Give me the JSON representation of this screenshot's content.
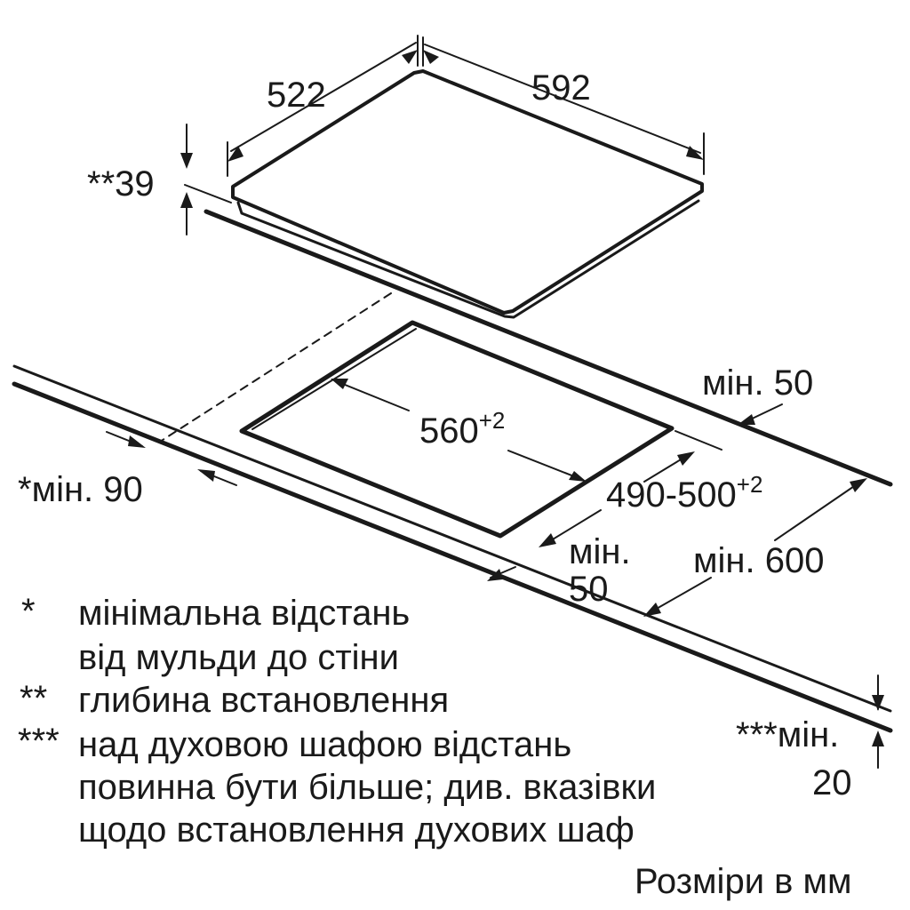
{
  "dimensions": {
    "hob_depth": "522",
    "hob_width": "592",
    "install_depth": "**39",
    "cutout_width": "560",
    "cutout_width_tol": "+2",
    "cutout_depth": "490-500",
    "cutout_depth_tol": "+2",
    "min_front_wall": "*мін. 90",
    "min_back": "мін. 50",
    "min_side_line1": "мін.",
    "min_side_line2": "50",
    "min_worktop_depth": "мін. 600",
    "min_oven_line1": "***мін.",
    "min_oven_line2": "20"
  },
  "notes": [
    {
      "mark": "*",
      "lines": [
        "мінімальна відстань",
        "від мульди до стіни"
      ]
    },
    {
      "mark": "**",
      "lines": [
        "глибина встановлення"
      ]
    },
    {
      "mark": "***",
      "lines": [
        "над духовою шафою відстань",
        "повинна бути більше; див. вказівки",
        "щодо встановлення духових шаф"
      ]
    }
  ],
  "units_label": "Розміри в мм",
  "colors": {
    "line": "#1a1a1a",
    "background": "#ffffff"
  }
}
